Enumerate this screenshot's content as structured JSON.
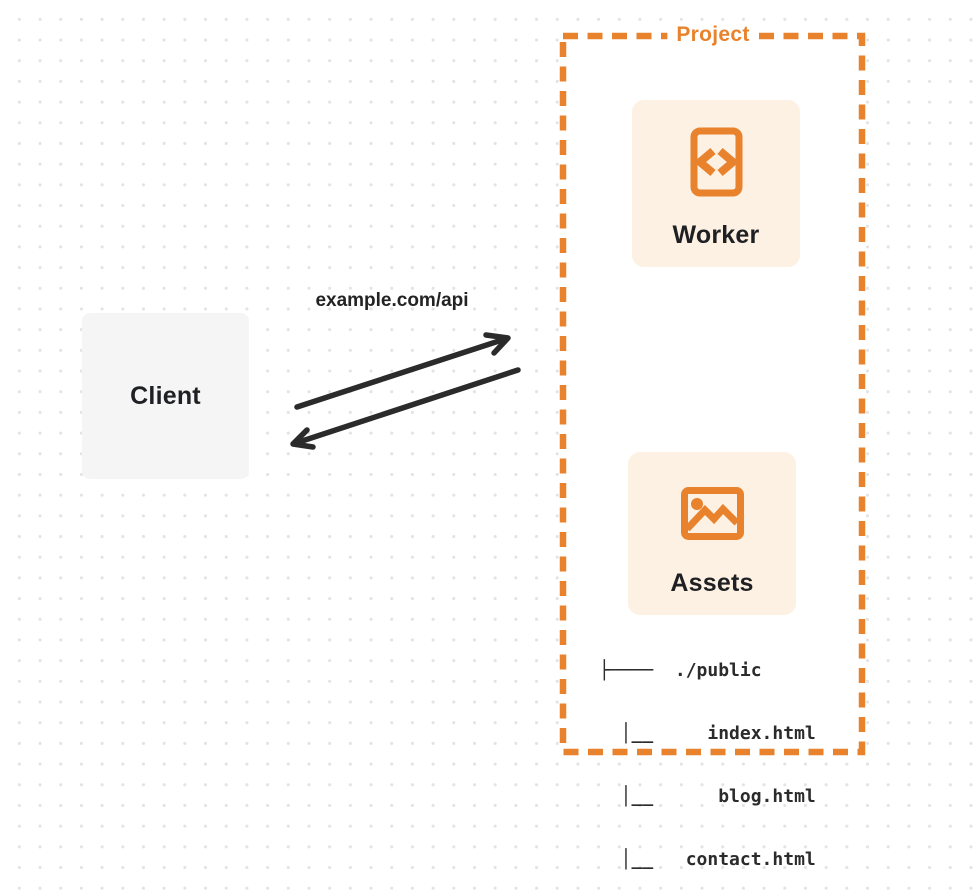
{
  "client": {
    "label": "Client"
  },
  "connection": {
    "label": "example.com/api"
  },
  "project": {
    "title": "Project",
    "worker": {
      "label": "Worker",
      "icon": "code-document-icon"
    },
    "assets": {
      "label": "Assets",
      "icon": "image-icon"
    },
    "file_tree": {
      "lines": [
        "├────  ./public",
        "  │__     index.html",
        "  │__      blog.html",
        "  │__   contact.html"
      ]
    }
  },
  "colors": {
    "accent_orange": "#e8822d",
    "card_background": "#fcf1e3",
    "client_background": "#f5f5f6",
    "arrow": "#2b2b2b",
    "text_dark": "#1f2023",
    "dot_grid": "#e3e3e6"
  }
}
